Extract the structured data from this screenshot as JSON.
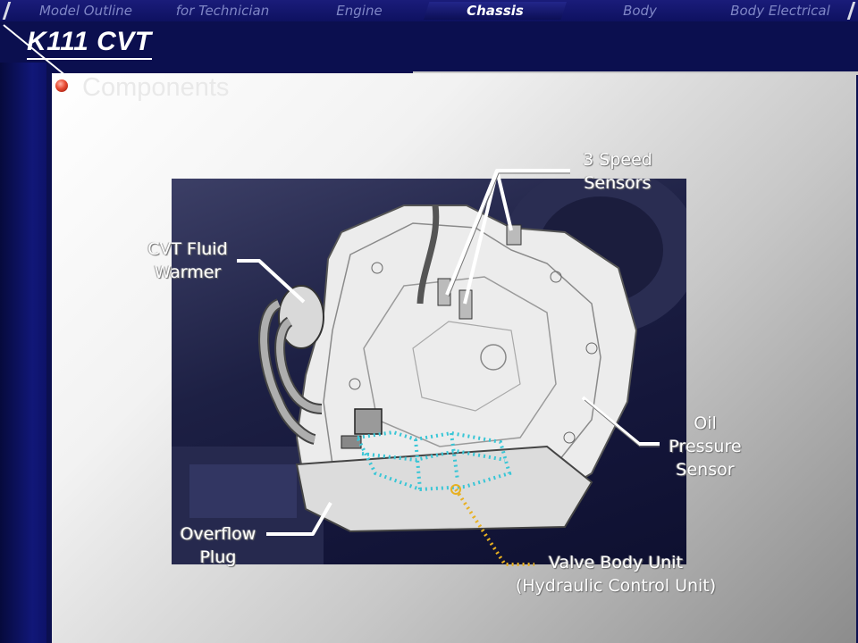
{
  "nav": {
    "tabs": [
      {
        "label": "Model Outline",
        "active": false
      },
      {
        "label": "for Technician",
        "active": false
      },
      {
        "label": "Engine",
        "active": false
      },
      {
        "label": "Chassis",
        "active": true
      },
      {
        "label": "Body",
        "active": false
      },
      {
        "label": "Body Electrical",
        "active": false
      }
    ]
  },
  "page": {
    "title": "K111 CVT",
    "subtitle": "Components"
  },
  "labels": {
    "speed_sensors_1": "3 Speed",
    "speed_sensors_2": "Sensors",
    "fluid_warmer_1": "CVT Fluid",
    "fluid_warmer_2": "Warmer",
    "oil_pressure_1": "Oil",
    "oil_pressure_2": "Pressure",
    "oil_pressure_3": "Sensor",
    "overflow_1": "Overflow",
    "overflow_2": "Plug",
    "valve_body_1": "Valve Body Unit",
    "valve_body_2": "(Hydraulic Control Unit)"
  },
  "colors": {
    "background": "#0b0f4f",
    "active_tab": "#ffffff",
    "inactive_tab": "#7f86c6",
    "valve_outline": "#39c6d6",
    "valve_leader": "#e8b020"
  }
}
